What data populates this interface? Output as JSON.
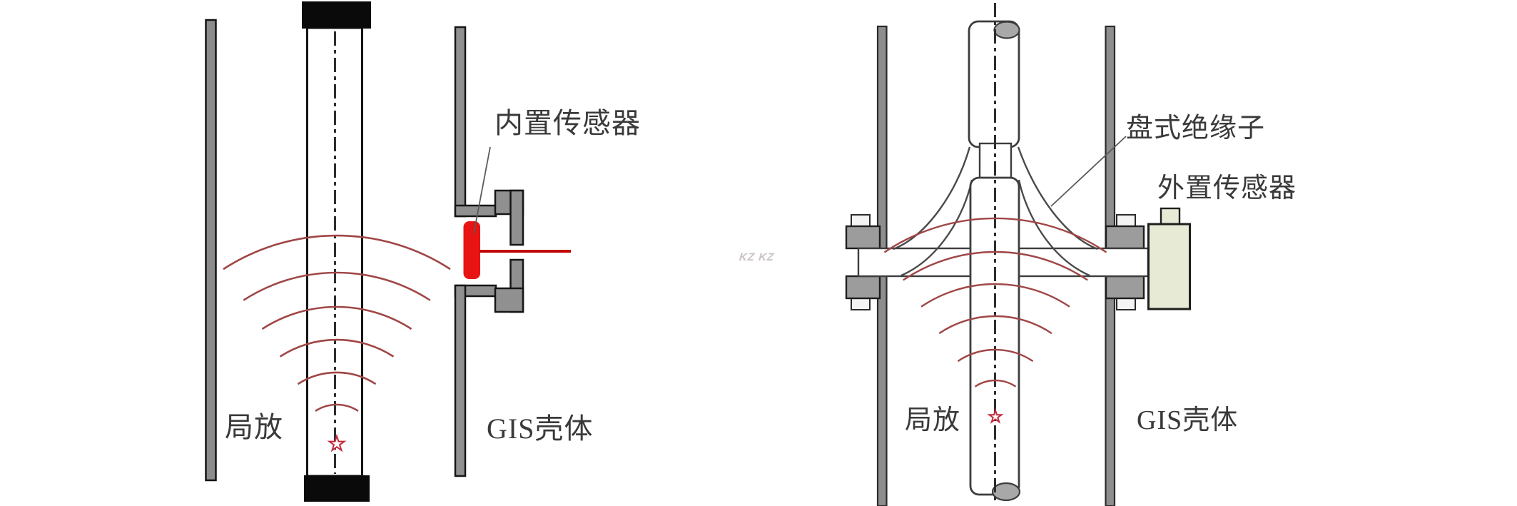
{
  "watermark": {
    "text": "KZ KZ"
  },
  "left_diagram": {
    "description": "GIS partial discharge detection with built-in (internal) UHF sensor",
    "labels": {
      "internal_sensor": "内置传感器",
      "partial_discharge": "局放",
      "gis_shell": "GIS壳体"
    }
  },
  "right_diagram": {
    "description": "GIS partial discharge detection with external UHF sensor at disc insulator",
    "labels": {
      "disc_insulator": "盘式绝缘子",
      "external_sensor": "外置传感器",
      "partial_discharge": "局放",
      "gis_shell": "GIS壳体"
    }
  },
  "colors": {
    "uhf_wave_red": "#a04646",
    "internal_sensor_red": "#e81414",
    "signal_line_red": "#c00000",
    "star_red": "#c5293c",
    "metal_gray": "#909090",
    "external_sensor_beige": "#e7ebd5",
    "label_text": "#3a3a3a",
    "watermark_gray": "#c9c1c1"
  }
}
